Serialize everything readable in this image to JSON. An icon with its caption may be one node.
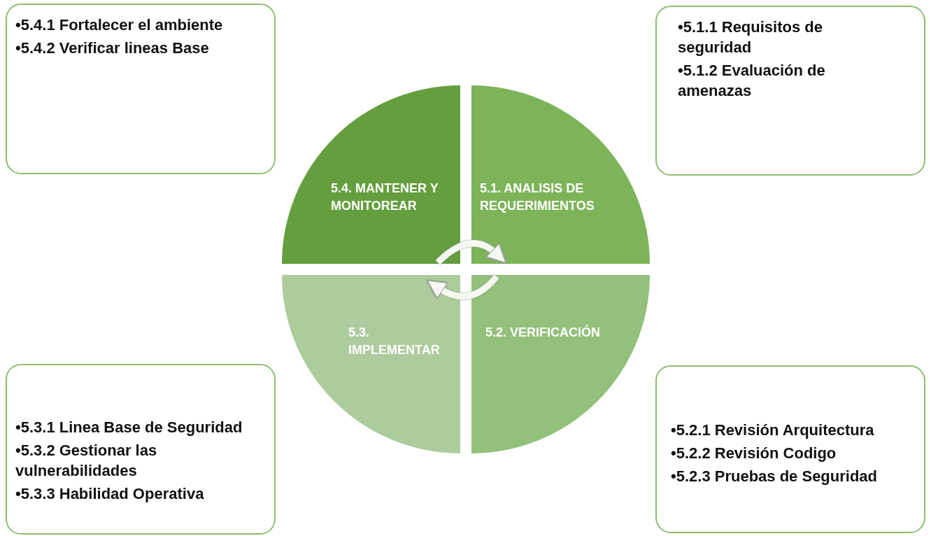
{
  "diagram": {
    "nodes": [
      {
        "text": [
          "•5.4.1 Fortalecer el ambiente",
          "•5.4.2 Verificar lineas Base"
        ]
      },
      {
        "text": [
          "5.4. MANTENER Y MONITOREAR"
        ]
      },
      {
        "text": [
          "5.1. ANALISIS DE REQUERIMIENTOS"
        ]
      },
      {
        "text": [
          "•5.1.1 Requisitos de seguridad",
          "•5.1.2 Evaluación de amenazas"
        ]
      },
      {
        "text": [
          "5.2. VERIFICACIÓN"
        ]
      },
      {
        "text": [
          "•5.2.1 Revisión Arquitectura",
          "•5.2.2 Revisión Codigo",
          "•5.2.3 Pruebas de Seguridad"
        ]
      },
      {
        "text": [
          "5.3. IMPLEMENTAR"
        ]
      },
      {
        "text": [
          "•5.3.1 Linea Base de Seguridad",
          "•5.3.2 Gestionar las vulnerabilidades",
          "•5.3.3 Habilidad Operativa"
        ]
      }
    ],
    "edges": [
      {
        "from": 1,
        "to": 2,
        "arrow": "to"
      },
      {
        "from": 4,
        "to": 6,
        "arrow": "to"
      }
    ]
  }
}
